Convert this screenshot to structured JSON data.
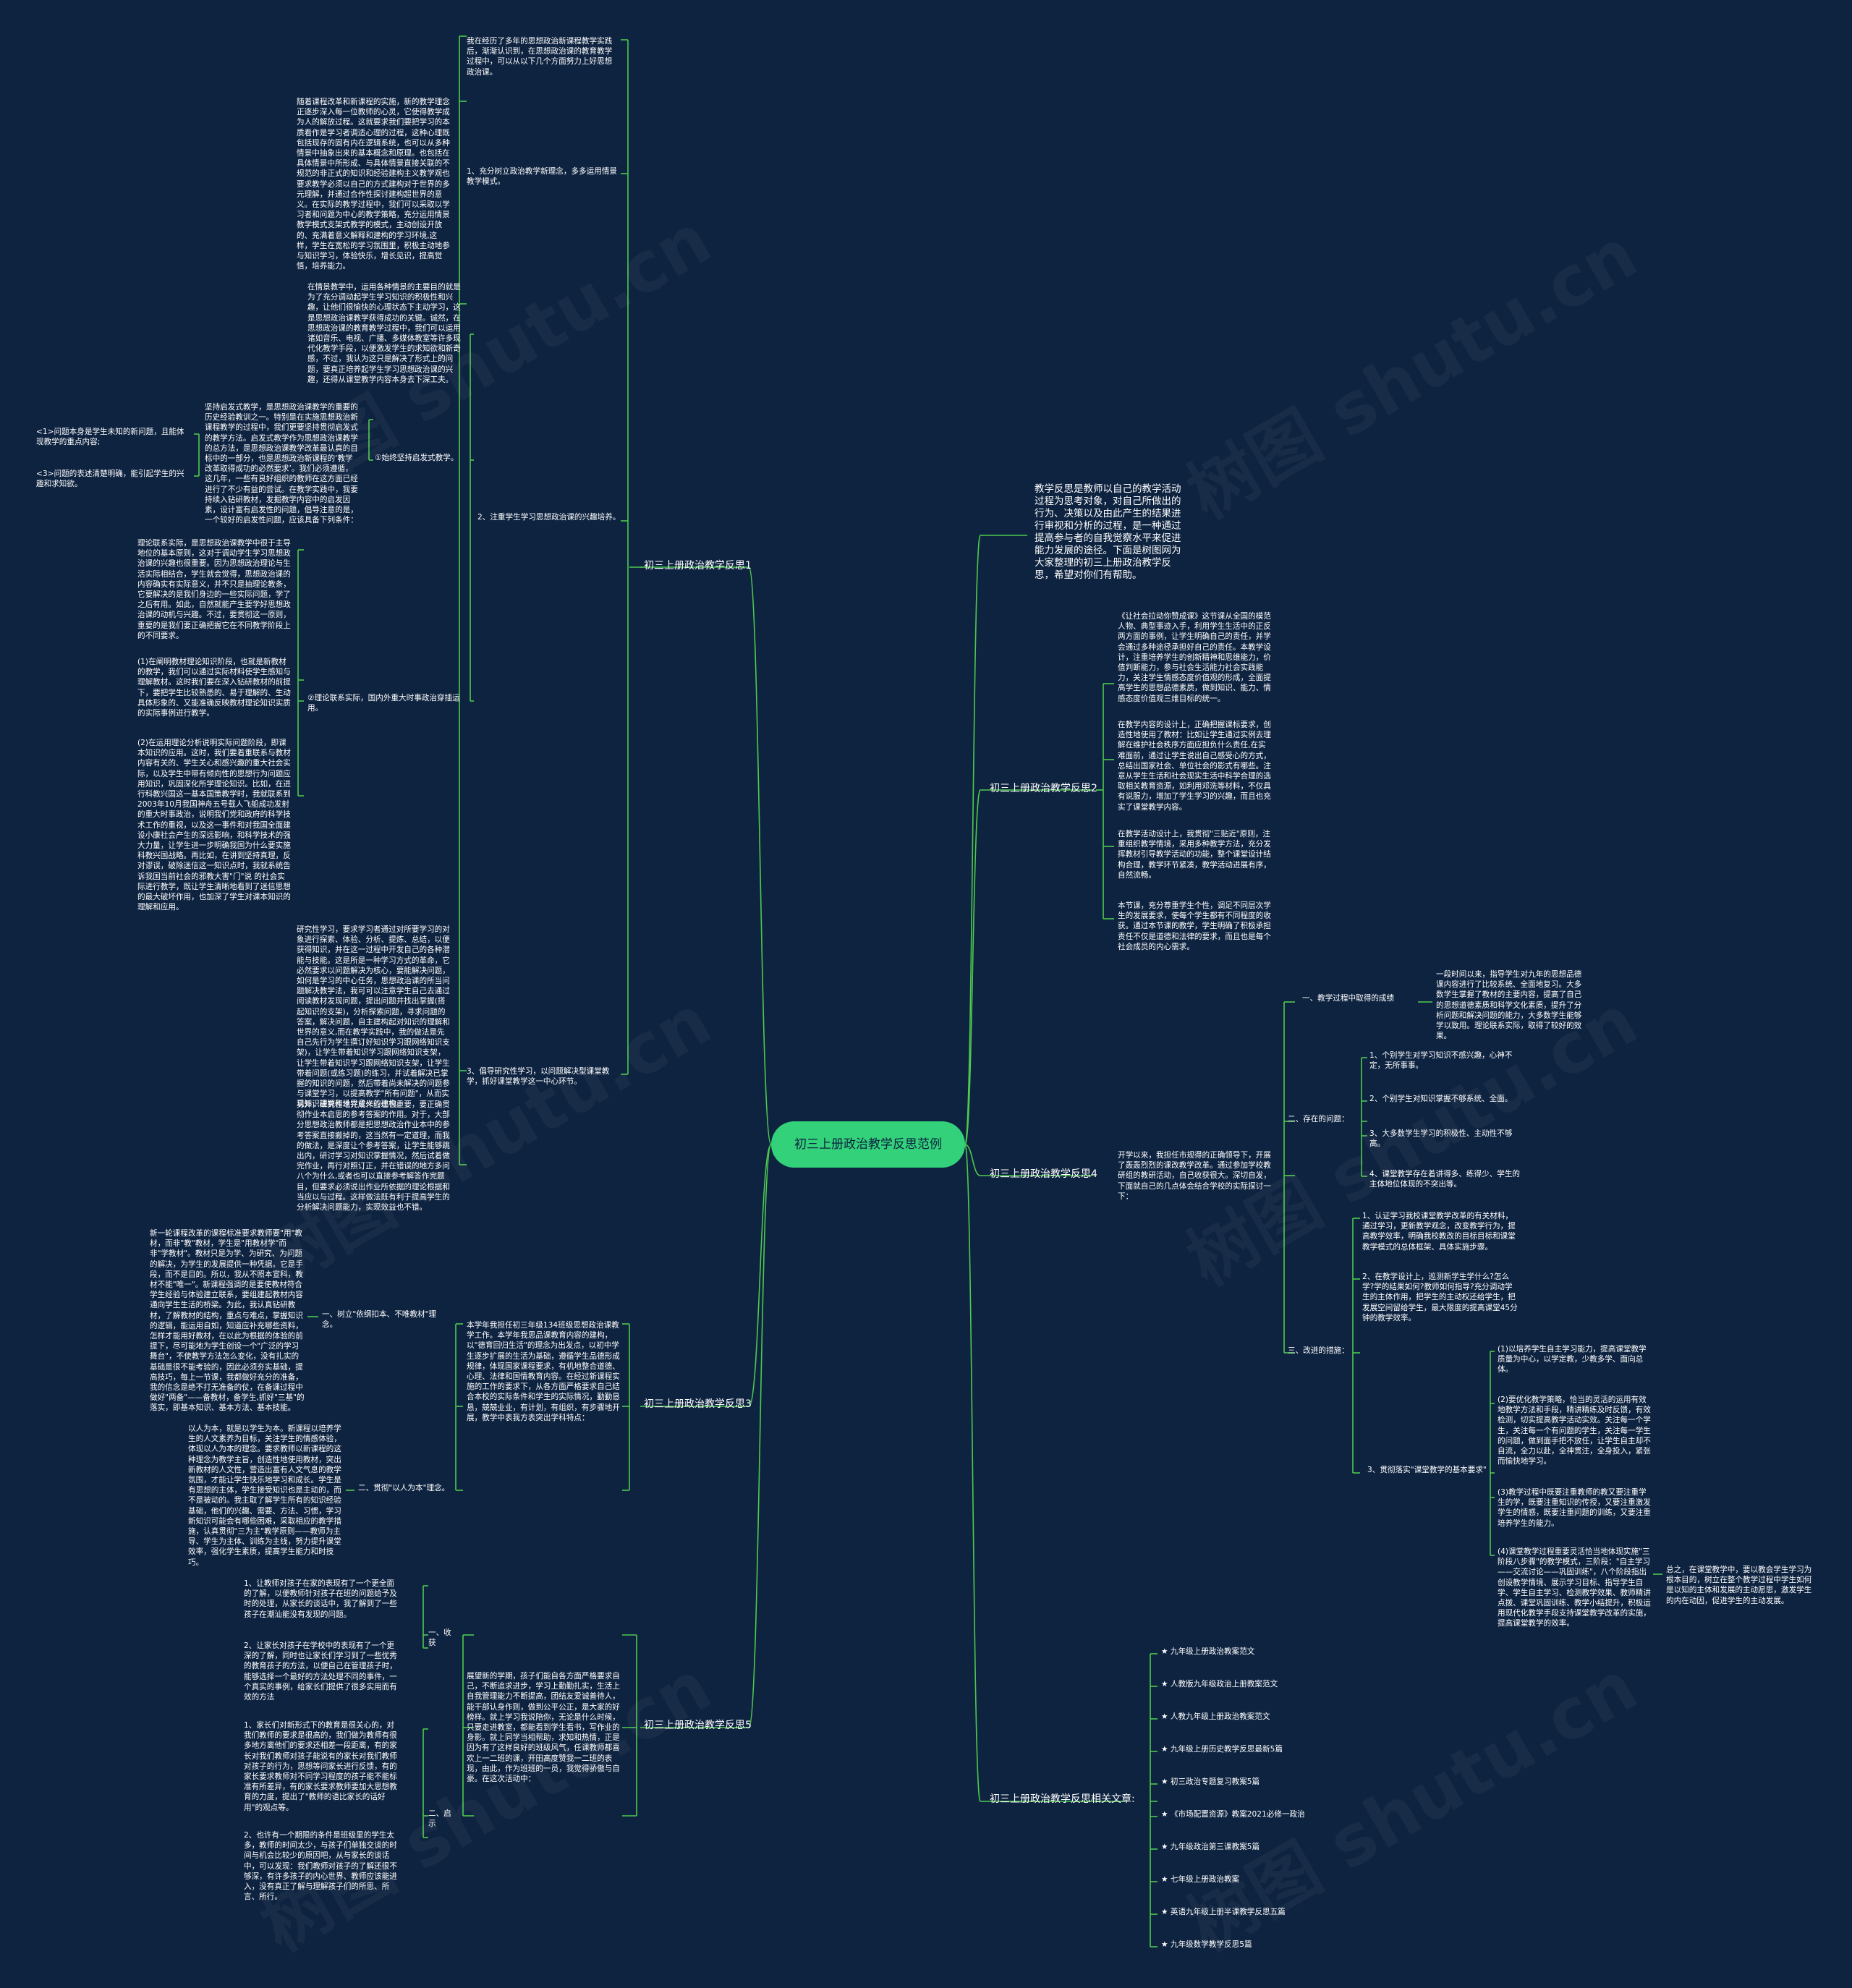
{
  "root": "初三上册政治教学反思范例",
  "intro": "教学反思是教师以自己的教学活动过程为思考对象，对自己所做出的行为、决策以及由此产生的结果进行审视和分析的过程，是一种通过提高参与者的自我觉察水平来促进能力发展的途径。下面是树图网为大家整理的初三上册政治教学反思，希望对你们有帮助。",
  "watermark": "树图 shutu.cn",
  "colors": {
    "background": "#0e2340",
    "line": "#4ec94e",
    "root_fill": "#33d17a",
    "text": "#ffffff"
  },
  "branch1": {
    "label": "初三上册政治教学反思1",
    "intro": "我在经历了多年的思想政治新课程教学实践后，渐渐认识到，在思想政治课的教育教学过程中，可以从以下几个方面努力上好思想政治课。",
    "s1": "1、充分树立政治教学新理念，多多运用情景教学模式。",
    "s1_text": "随着课程改革和新课程的实施，新的教学理念正逐步深入每一位教师的心灵，它使得教学成为人的解放过程。这就要求我们要把学习的本质看作是学习者调适心理的过程，这种心理既包括现存的固有内在逻辑系统，也可以从多种情景中抽象出来的基本概念和原理。也包括在具体情景中所形成、与具体情景直接关联的不规范的非正式的知识和经验建构主义教学观也要求教学必须以自己的方式建构对于世界的多元理解，并通过合作性探讨建构超世界的意义。在实际的教学过程中，我们可以采取以学习者和问题为中心的教学策略，充分运用情景教学模式支架式教学的模式，主动创设开放的、充满着意义解释和建构的学习环境,这样，学生在宽松的学习氛围里，积极主动地参与知识学习，体验快乐，增长见识，提高觉悟，培养能力。",
    "s2": "2、注重学生学习思想政治课的兴趣培养。",
    "s2_text": "在情景教学中，运用各种情景的主要目的就是为了充分调动起学生学习知识的积极性和兴趣，让他们很愉快的心理状态下主动学习，这是思想政治课教学获得成功的关键。诚然，在思想政治课的教育教学过程中，我们可以运用诸如音乐、电视、广播、多媒体教室等许多现代化教学手段，以便激发学生的求知欲和新奇感，不过，我认为这只是解决了形式上的问题，要真正培养起学生学习思想政治课的兴趣，还得从课堂教学内容本身去下深工夫。",
    "q1": "①始终坚持启发式教学。",
    "q1_text": "坚持启发式教学，是思想政治课教学的重要的历史经验教训之一。特别是在实施思想政治新课程教学的过程中，我们更要坚持贯彻启发式的教学方法。启发式教学作为思想政治课教学的总方法，是思想政治课教学改革最认真的目标中的一部分，也是思想政治新课程的‘教学改革取得成功的必然要求’。我们必须遵循，这几年，一些有良好组织的教师在这方面已经进行了不少有益的尝试。在教学实践中，我要持续入钻研教材，发掘教学内容中的启发因素，设计富有启发性的问题，倡导注意的是，一个较好的启发性问题，应该具备下列条件：",
    "q1_c1": "<1>问题本身是学生未知的新问题，且能体现教学的重点内容;",
    "q1_c2": "<3>问题的表述清楚明确，能引起学生的兴趣和求知欲。",
    "q2": "②理论联系实际，国内外重大时事政治穿插运用。",
    "q2_t1": "理论联系实际，是思想政治课教学中很于主导地位的基本原则，这对于调动学生学习思想政治课的兴趣也很重要。因为思想政治理论与生活实际相结合，学生就会觉得，思想政治课的内容确实有实际意义，并不只是抽理论教条，它要解决的是我们身边的一些实际问题，学了之后有用。如此，自然就能产生要学好思想政治课的动机与兴趣。不过，要贯彻这一原则，重要的是我们要正确把握它在不同教学阶段上的不同要求。",
    "q2_t2": "(1)在阐明教材理论知识阶段，也就是新教材的教学，我们可以通过实际材料使学生感知与理解教材。这时我们要在深入钻研教材的前提下，要把学生比较熟悉的、易于理解的、生动具体形象的、又能准确反映教材理论知识实质的实际事例进行教学。",
    "q2_t3": "(2)在运用理论分析说明实际问题阶段，即课本知识的应用。这时，我们要着重联系与教材内容有关的、学生关心和感兴趣的重大社会实际，以及学生中带有倾向性的思想行为问题应用知识，巩固深化所学理论知识。比如，在进行科教兴国这一基本国策教学时，我就联系到2003年10月我国神舟五号载人飞船成功发射的重大时事政治，说明我们党和政府的科学技术工作的重视，以及这一事件和对我国全面建设小康社会产生的深远影响，和科学技术的强大力量，让学生进一步明确我国为什么要实施科教兴国战略。再比如，在讲到坚持真理，反对谬误，破除迷信这一知识点时，我就系统告诉我国当前社会的邪教大害\"门\"说 的社会实际进行教学，既让学生清晰地看到了迷信思想的最大破坏作用，也加深了学生对课本知识的理解和应用。",
    "s3": "3、倡导研究性学习，以问题解决型课堂教学，抓好课堂教学这一中心环节。",
    "s3_t1": "研究性学习，要求学习者通过对所要学习的对象进行探索、体验、分析、提炼、总结，以便获得知识，并在这一过程中开发自己的各种潜能与技能。这是所是一种学习方式的革命，它必然要求以问题解决为核心，要能解决问题，如何是学习的中心任务，思想政治课的所当问题解决教学法，我可可以注意学生自己去通过阅读教材发现问题，提出问题并找出掌握(搭起知识的支架)，分析探索问题，寻求问题的答案，解决问题，自主建构起对知识的理解和世界的意义,而在教学实践中，我的做法是先自己先行为学生撰订好知识学习跟网络知识支架)，让学生带着知识学习跟网络知识支架，让学生带着知识学习跟网络知识支架，让学生带着问题(或练习题)的练习，并试着解决已掌握的知识的问题，然后带着尚未解决的问题参与课堂学习，以提高教学\"所有问题\"，从而实现知识理解和世界意义的建构。",
    "s3_t2": "另外，研究性地完成作业也很重要，要正确贯彻作业本启思的参考答案的作用。对于，大部分思想政治教师都是把思想政治作业本中的参考答案直接搬掉的，这当然有一定道理，而我的做法，是深度让个参考答案，让学生能够跳出内，研讨学习对知识掌握情况，然后试着做完作业，再行对照订正，并在错误的地方多问八个为什么,或者也可以直接参考解答作完题目，但要求必须说出作业所依据的理论根据和当应以与过程。这样做法既有利于提高学生的分析解决问题能力，实现效益也不错。"
  },
  "branch2": {
    "label": "初三上册政治教学反思2",
    "t1": "《让社会拉动你赞成课》这节课从全国的模范人物、典型事迹入手，利用学生生活中的正反两方面的事例，让学生明确自己的责任，并学会通过多种途径承担好自己的责任。本教学设计，注重培养学生的创新精神和思维能力，价值判断能力，参与社会生活能力社会实践能力，关注学生情感态度价值观的形成，全面提高学生的思想品德素质，做到知识、能力、情感态度价值观三维目标的统一。",
    "t2": "在教学内容的设计上，正确把握课标要求，创造性地使用了教材：比如让学生通过实例去理解在维护社会秩序方面应担负什么责任,在实难面前，通过让学生说出自己感受心的方式，总结出国家社会、单位社会的影式有哪些。注意从学生生活和社会现实生活中科学合理的选取相关教育资源，如利用邓洗等材料，不仅具有说服力，增加了学生学习的兴趣，而且也充实了课堂教学内容。",
    "t3": "在教学活动设计上，我贯彻\"三贴近\"原则，注重组织教学情境，采用多种教学方法，充分发挥教材引导教学活动的功能，整个课堂设计结构合理，教学环节紧凑，教学活动进展有序，自然流畅。",
    "t4": "本节课，充分尊重学生个性，调足不同层次学生的发展要求，使每个学生都有不同程度的收获。通过本节课的教学，学生明确了积极承担责任不仅是道德和法律的要求，而且也是每个社会成员的内心需求。"
  },
  "branch3": {
    "label": "初三上册政治教学反思3",
    "intro": "本学年我担任初三年级134班级思想政治课教学工作。本学年我思品课教育内容的建构，以\"德育回归生活\"的理念为出发点，以初中学生逐步扩展的生活为基础，遵循学生品德形成规律，体现国家课程要求，有机地整合道德、心理、法律和国情教育内容。在经过新课程实施的工作的要求下，从各方面严格要求自己结合本校的实际条件和学生的实际情况，勤勤恳恳，兢兢业业，有计划，有组织，有步骤地开展，教学中表我方表突出学科特点：",
    "s1": "一、树立\"依纲扣本、不唯教材\"理念。",
    "s1_text": "新一轮课程改革的课程标准要求教师要\"用\"教材，而非\"教\"教材，学生是\"用教材学\"而非\"学教材\"。教材只是为学、为研究、为问题的解决，为学生的发展提供一种凭据。它是手段，而不是目的。所以，我从不照本宣科，教材不能\"唯一\"。新课程强调的是要使教材符合学生经验与体验建立联系，要组建起教材内容通向学生生活的桥梁。为此，我认真钻研教材，了解教材的结构，重点与难点，掌握知识的逻辑，能运用自如，知道应补充哪些资料，怎样才能用好教材，在以此为根据的体验的前提下，尽可能地为学生创设一个\"广泛的学习舞台\"，不使教学方法怎么变化，没有扎实的基础是很不能考验的，因此必须夯实基础，提高技巧，每上一节课，我都做好充分的准备，我的信念是绝不打无准备的仗，在备课过程中做好\"两备\"——备教材，备学生,抓好\"三基\"的落实，即基本知识、基本方法、基本技能。",
    "s2": "二、贯彻\"以人为本\"理念。",
    "s2_text": "以人为本，就是以学生为本。新课程以培养学生的人文素养为目标，关注学生的情感体验，体现以人为本的理念。要求教师以新课程的这种理念为教学主旨，创造性地使用教材，突出新教材的人文性，营造出富有人文气息的教学氛围，才能让学生快乐地学习和成长。学生是有思想的主体，学生接受知识也是主动的，而不是被动的。我主取了解学生所有的知识经验基础，他们的兴趣、需要、方法、习惯，学习新知识可能会有哪些困难，采取相应的教学措施，认真贯彻\"三为主\"教学原则——教师为主导、学生为主体、训练为主线，努力提升课堂效率，强化学生素质，提高学生能力和时技巧。"
  },
  "branch4": {
    "label": "初三上册政治教学反思4",
    "intro": "开学以来，我担任市规得的正确领导下，开展了轰轰烈烈的课改教学改革。通过参加学校教研组的教研活动，自己收获很大。深切自发，下面就自己的几点体会结合学校的实际探讨一下：",
    "s1": "一、教学过程中取得的成绩",
    "s1_text": "一段时间以来，指导学生对九年的思想品德课内容进行了比较系统、全面地复习。大多数学生掌握了教材的主要内容，提高了自己的思想道德素质和科学文化素质，提升了分析问题和解决问题的能力，大多数学生能够学以致用。理论联系实际，取得了较好的效果。",
    "s2": "二、存在的问题：",
    "s2_items": [
      "1、个别学生对学习知识不感兴趣，心神不定，无所事事。",
      "2、个别学生对知识掌握不够系统、全面。",
      "3、大多数学生学习的积极性、主动性不够高。",
      "4、课堂教学存在着讲得多、练得少、学生的主体地位体现的不突出等。"
    ],
    "s3": "三、改进的措施：",
    "s3_items": [
      "1、认证学习我校课堂教学改革的有关材料，通过学习，更新教学观念，改变教学行为，提高教学效率，明确我校教改的目标目标和课堂教学模式的总体框架、具体实施步骤。",
      "2、在教学设计上，巡测新学生学什么?怎么学?学的结果如何?教师如何指导?充分调动学生的主体作用，把学生的主动权还给学生，把发展空间留给学生，最大限度的提高课堂45分钟的教学效率。"
    ],
    "s3_3": "3、贯彻落实\"课堂教学的基本要求\"",
    "s3_3_items": [
      "(1)以培养学生自主学习能力，提高课堂教学质量为中心，以学定教，少教多学、面向总体。",
      "(2)要优化教学策略，恰当的灵活的运用有效地教学方法和手段，精讲精练及时反馈，有效检测，切实提高教学活动实效。关注每一个学生，关注每一个有问题的学生，关注每一学生的问题，做到面手把不放任，让学生自主却不自流，全力以赴，全神贯注，全身投入，紧张而愉快地学习。",
      "(3)教学过程中既要注重教师的教又要注重学生的学，既要注重知识的传授，又要注重激发学生的情感，既要注重问题的训练，又要注重培养学生的能力。",
      "(4)课堂教学过程重要灵活恰当地体现实施\"三阶段八步骤\"的教学模式，三阶段：\"自主学习——交流讨论——巩固训练\"，八个阶段指出创设教学情境、展示学习目标、指导学生自学、学生自主学习、检测教学效果、教师精讲点拨、课堂巩固训练、教学小结提升，积极运用现代化教学手段支持课堂教学改革的实施，提高课堂教学的效率。"
    ],
    "s3_3_summary": "总之，在课堂教学中，要以教会学生学习为根本目的，树立在整个教学过程中学生如何是以知的主体和发展的主动愿思，激发学生的内在动因，促进学生的主动发展。"
  },
  "branch5": {
    "label": "初三上册政治教学反思5",
    "intro": "展望新的学期，孩子们能自各方面严格要求自己，不断追求进步，学习上勤勤扎实，生活上自我管理能力不断提高，团结友爱诚善待人，能干部认身作则，做到公平公正，是大家的好榜样。就上学习我说陪你，无论是什么时候，只要走进教室，都能看到学生看书，写作业的身影。就上同学当相帮助，求知和热情，正是因为有了这样良好的班级风气，任课教师都喜欢上一二班的课，开田高度赞我一二班的表现，由此，作为班班的一员，我觉得骄傲与自豪。在这次活动中：",
    "s1": "一、收获",
    "s1_items": [
      "1、让教师对孩子在家的表现有了一个更全面的了解，以便教师针对孩子在班的问题给予及时的处理，从家长的谈话中，我了解到了一些孩子在潮汕能没有发现的问题。",
      "2、让家长对孩子在学校中的表现有了一个更深的了解，同时也让家长们学习到了一些优秀的教育孩子的方法，以便自己在管理孩子时，能够选择一个最好的方法处理不同的事件，一个真实的事例，给家长们提供了很多实用而有效的方法"
    ],
    "s2": "二、启示",
    "s2_items": [
      "1、家长们对新形式下的教育是很关心的，对我们教师的要求是很高的，我们做为教师有很多地方离他们的要求还相差一段距离，有的家长对我们教师对孩子能说有的家长对我们教师对孩子的行为，思想等问家长进行反馈，有的家长要求教师对不同学习程度的孩子能不能标准有所差异，有的家长要求教师要加大思想教育的力度，提出了\"教师的语比家长的话好用\"的观点等。",
      "2、也许有一个期限的条件是班级里的学生太多，教师的时间太少，与孩子们单独交谈的时间与机会比较少的原因吧，从与家长的谈话中，可以发现：我们教师对孩子的了解还很不够深，有许多孩子的内心世界、教师应该能进入，没有真正了解与理解孩子们的所思、所言、所行。"
    ]
  },
  "related": {
    "label": "初三上册政治教学反思相关文章:",
    "items": [
      "★ 九年级上册政治教案范文",
      "★ 人教版九年级政治上册教案范文",
      "★ 人教九年级上册政治教案范文",
      "★ 九年级上册历史教学反思最新5篇",
      "★ 初三政治专题复习教案5篇",
      "★ 《市场配置资源》教案2021必修一政治",
      "★ 九年级政治第三课教案5篇",
      "★ 七年级上册政治教案",
      "★ 英语九年级上册半课教学反思五篇",
      "★ 九年级数学教学反思5篇"
    ]
  }
}
